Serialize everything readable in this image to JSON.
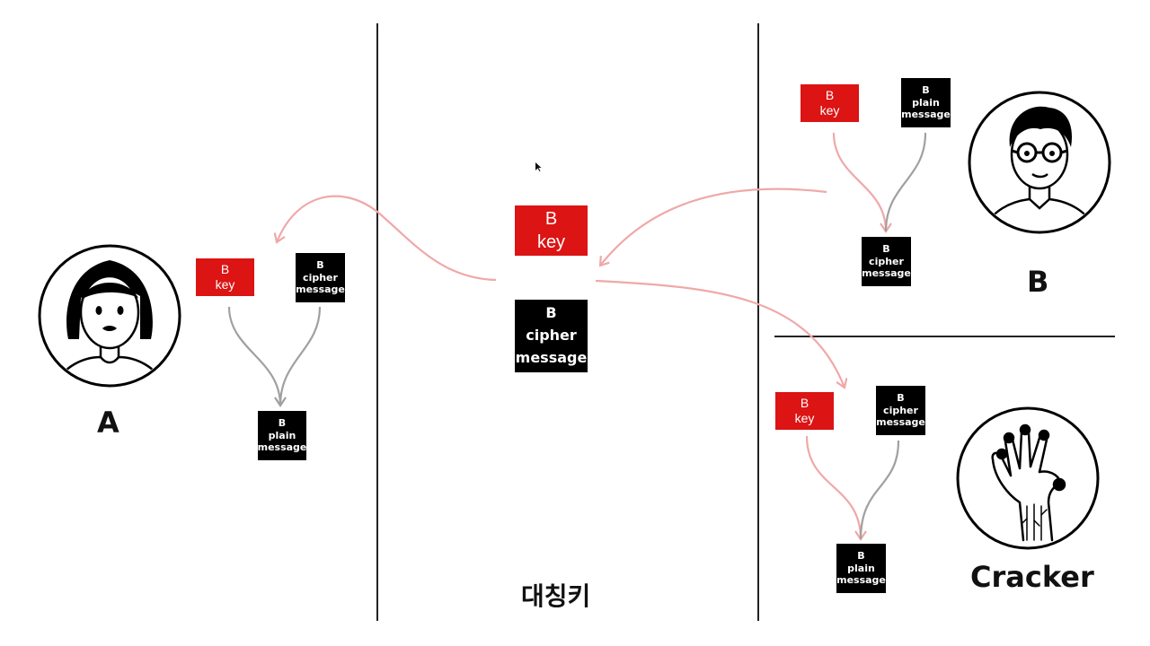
{
  "title": "대칭키",
  "persons": {
    "a": {
      "label": "A"
    },
    "b": {
      "label": "B"
    },
    "cracker": {
      "label": "Cracker"
    }
  },
  "center": {
    "key": {
      "owner": "B",
      "text": "key"
    },
    "cipher": {
      "owner": "B",
      "line1": "cipher",
      "line2": "message"
    }
  },
  "a_panel": {
    "key": {
      "owner": "B",
      "text": "key"
    },
    "cipher": {
      "owner": "B",
      "line1": "cipher",
      "line2": "message"
    },
    "result": {
      "owner": "B",
      "line1": "plain",
      "line2": "message"
    }
  },
  "b_panel": {
    "key": {
      "owner": "B",
      "text": "key"
    },
    "plain": {
      "owner": "B",
      "line1": "plain",
      "line2": "message"
    },
    "result": {
      "owner": "B",
      "line1": "cipher",
      "line2": "message"
    }
  },
  "cracker_panel": {
    "key": {
      "owner": "B",
      "text": "key"
    },
    "cipher": {
      "owner": "B",
      "line1": "cipher",
      "line2": "message"
    },
    "result": {
      "owner": "B",
      "line1": "plain",
      "line2": "message"
    }
  },
  "colors": {
    "key": "#dc1414",
    "message": "#000000",
    "arrow_pink": "#f0a8a8",
    "arrow_gray": "#a0a0a0"
  }
}
